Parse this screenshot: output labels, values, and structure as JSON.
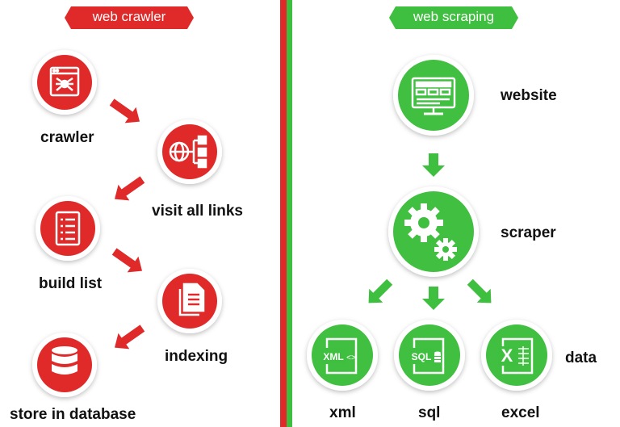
{
  "crawler": {
    "title": "web crawler",
    "steps": [
      {
        "label": "crawler",
        "icon": "spider-browser-icon"
      },
      {
        "label": "visit all links",
        "icon": "sitemap-globe-icon"
      },
      {
        "label": "build list",
        "icon": "list-document-icon"
      },
      {
        "label": "indexing",
        "icon": "documents-icon"
      },
      {
        "label": "store in database",
        "icon": "database-icon"
      }
    ]
  },
  "scraping": {
    "title": "web scraping",
    "website_label": "website",
    "scraper_label": "scraper",
    "data_label": "data",
    "outputs": [
      {
        "label": "xml",
        "icon_text": "XML",
        "icon": "xml-file-icon"
      },
      {
        "label": "sql",
        "icon_text": "SQL",
        "icon": "sql-file-icon"
      },
      {
        "label": "excel",
        "icon_text": "X",
        "icon": "excel-file-icon"
      }
    ]
  },
  "colors": {
    "crawler_red": "#e02a2a",
    "scraping_green": "#3fbf3f",
    "divider_red": "#e02a2a",
    "divider_green": "#3fbf3f"
  }
}
